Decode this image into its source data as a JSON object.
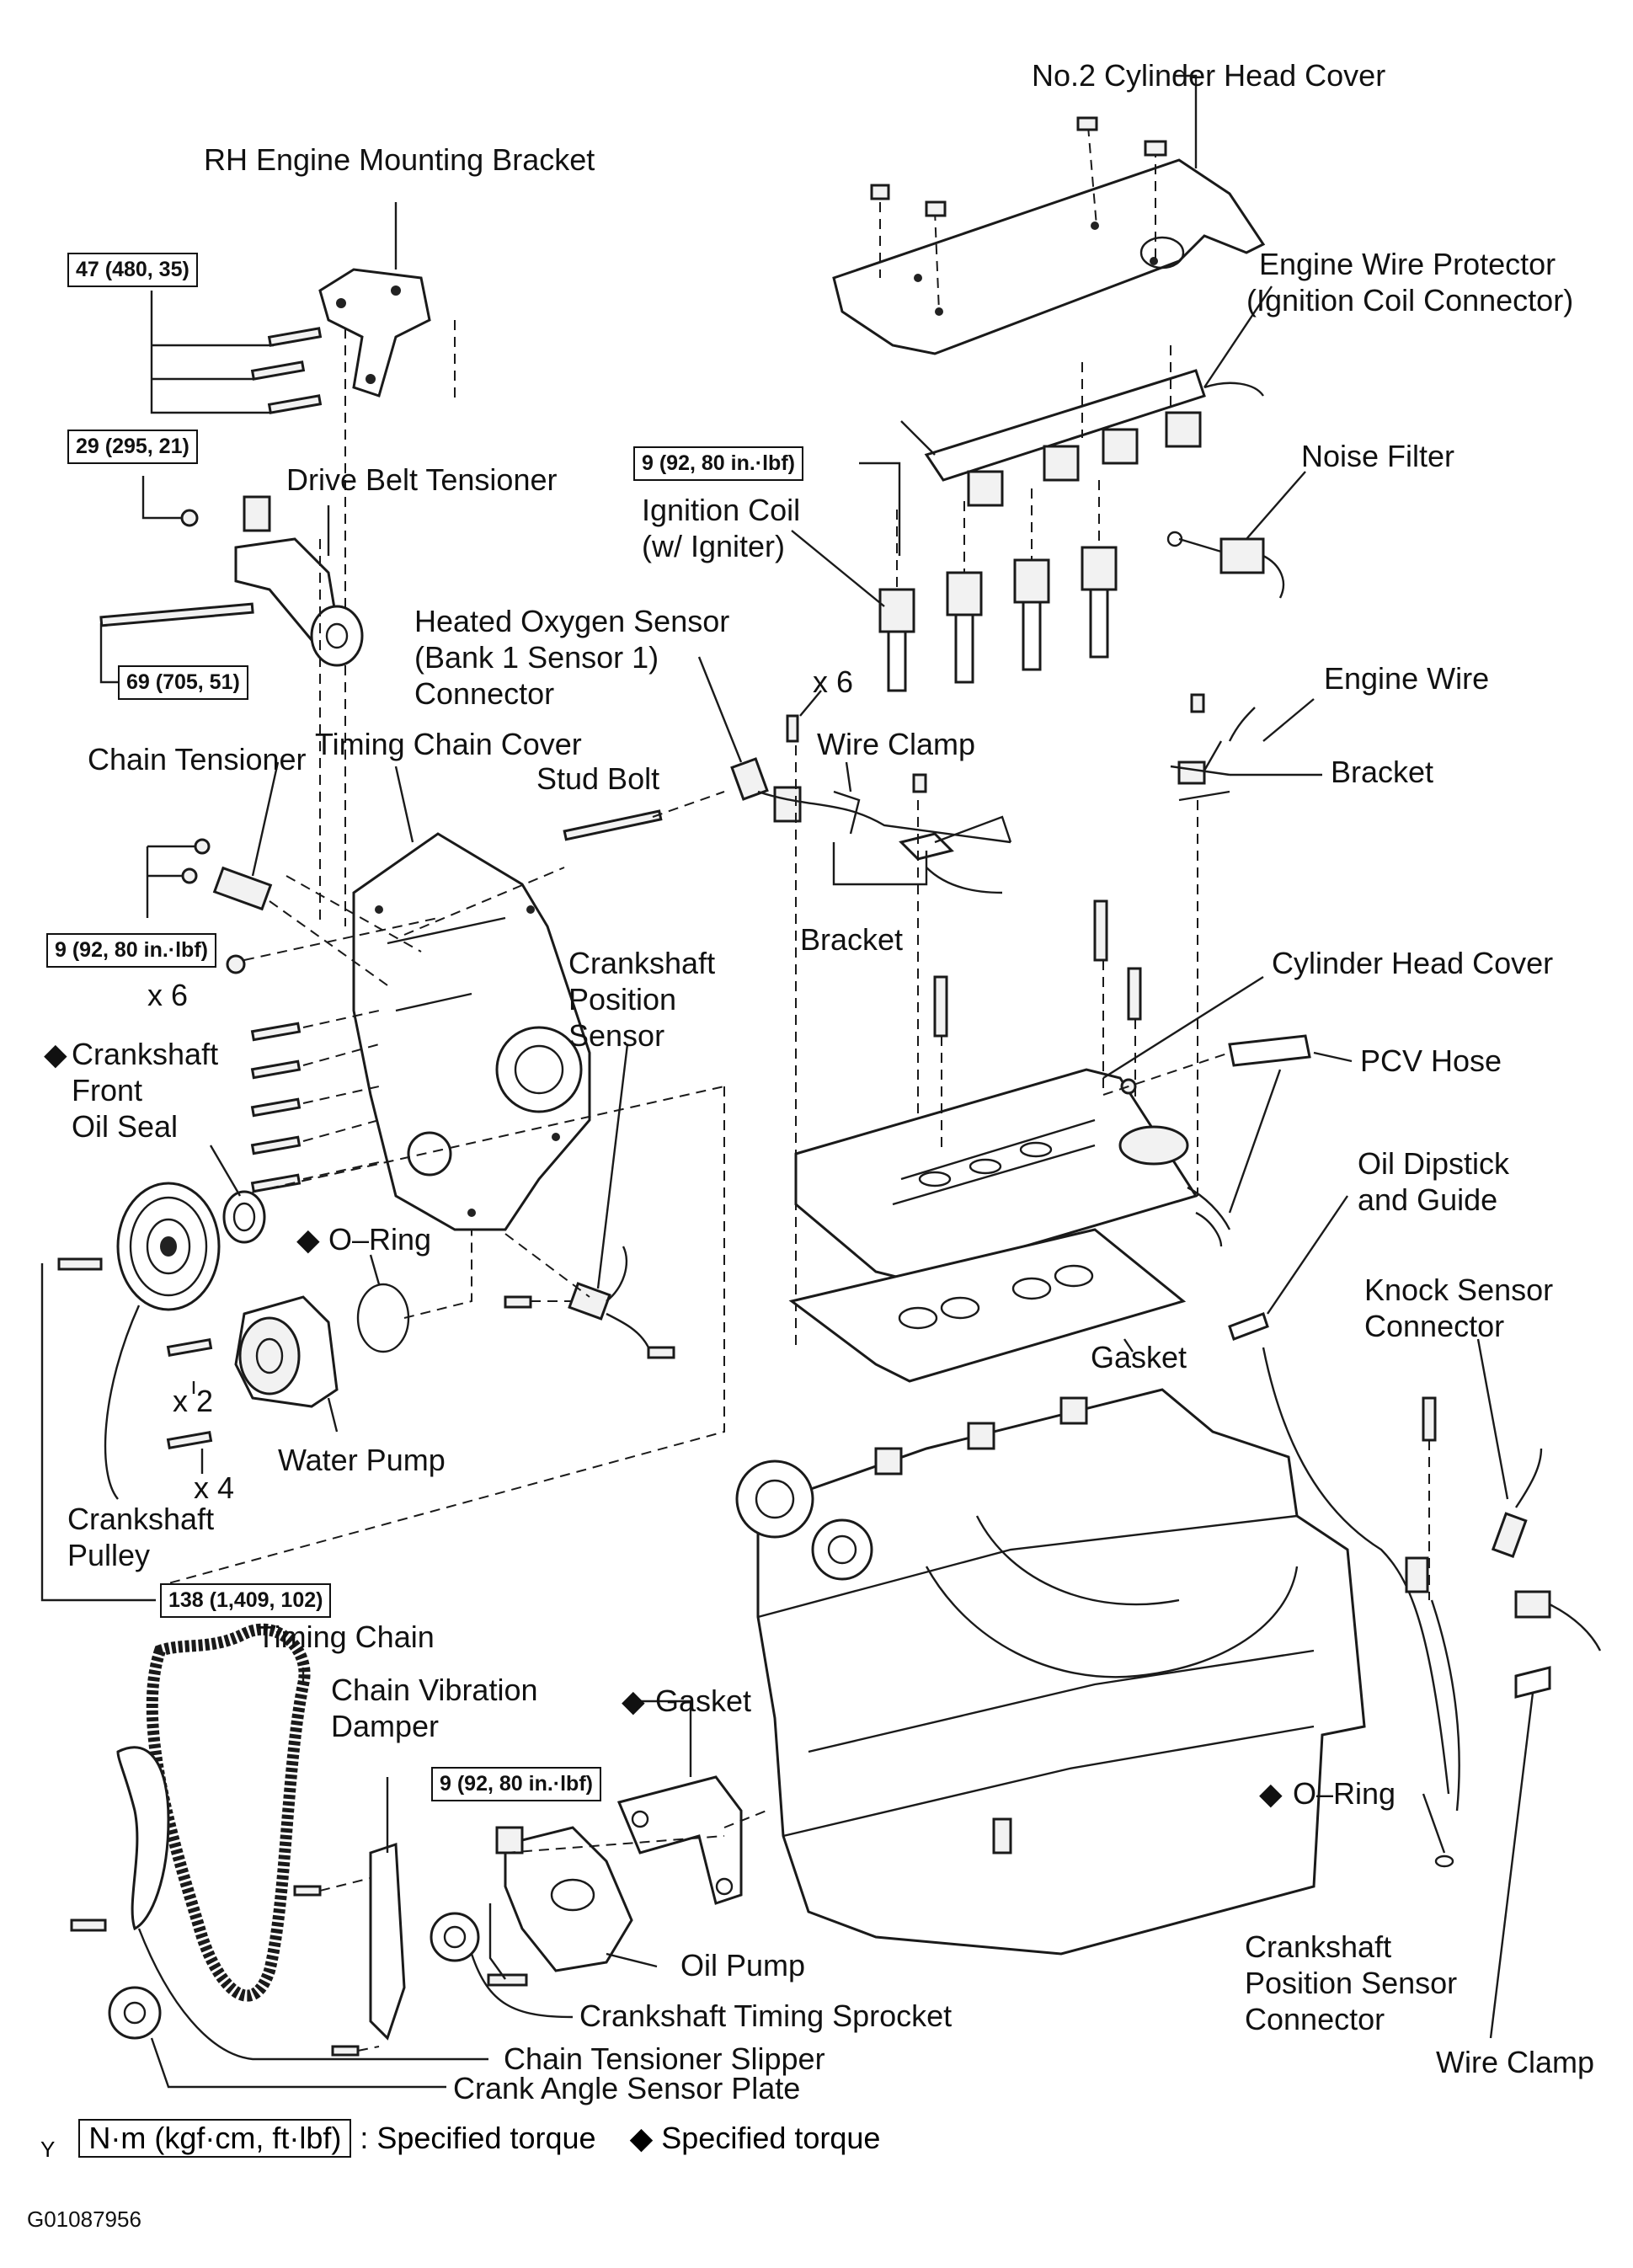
{
  "labels": {
    "no2_cylinder_head_cover": "No.2 Cylinder Head Cover",
    "rh_engine_mounting_bracket": "RH Engine Mounting Bracket",
    "engine_wire_protector_1": "Engine Wire Protector",
    "engine_wire_protector_2": "(Ignition Coil Connector)",
    "drive_belt_tensioner": "Drive Belt Tensioner",
    "noise_filter": "Noise Filter",
    "ignition_coil_1": "Ignition Coil",
    "ignition_coil_2": "(w/ Igniter)",
    "heated_o2_1": "Heated Oxygen Sensor",
    "heated_o2_2": "(Bank 1 Sensor 1)",
    "heated_o2_3": "Connector",
    "x6_a": "x 6",
    "engine_wire": "Engine Wire",
    "chain_tensioner": "Chain Tensioner",
    "timing_chain_cover": "Timing Chain Cover",
    "wire_clamp_top": "Wire Clamp",
    "bracket_right": "Bracket",
    "stud_bolt": "Stud Bolt",
    "bracket_mid": "Bracket",
    "crankshaft_position_sensor_1": "Crankshaft",
    "crankshaft_position_sensor_2": "Position",
    "crankshaft_position_sensor_3": "Sensor",
    "cylinder_head_cover": "Cylinder Head Cover",
    "x6_b": "x 6",
    "pcv_hose": "PCV Hose",
    "front_oil_seal_1": "Crankshaft",
    "front_oil_seal_2": "Front",
    "front_oil_seal_3": "Oil Seal",
    "oil_dipstick_1": "Oil Dipstick",
    "oil_dipstick_2": "and Guide",
    "o_ring_top": "O–Ring",
    "knock_sensor_1": "Knock Sensor",
    "knock_sensor_2": "Connector",
    "gasket_head": "Gasket",
    "x2": "x 2",
    "x4": "x 4",
    "water_pump": "Water Pump",
    "crankshaft_pulley_1": "Crankshaft",
    "crankshaft_pulley_2": "Pulley",
    "timing_chain": "Timing Chain",
    "chain_vibration_damper_1": "Chain Vibration",
    "chain_vibration_damper_2": "Damper",
    "gasket_oil_pump": "Gasket",
    "o_ring_bottom": "O–Ring",
    "oil_pump": "Oil Pump",
    "crankshaft_timing_sprocket": "Crankshaft Timing Sprocket",
    "crankshaft_pos_sensor_conn_1": "Crankshaft",
    "crankshaft_pos_sensor_conn_2": "Position Sensor",
    "crankshaft_pos_sensor_conn_3": "Connector",
    "chain_tensioner_slipper": "Chain Tensioner Slipper",
    "crank_angle_sensor_plate": "Crank Angle Sensor Plate",
    "wire_clamp_bottom": "Wire Clamp"
  },
  "torques": {
    "t_47": "47 (480, 35)",
    "t_29": "29 (295, 21)",
    "t_69": "69 (705, 51)",
    "t_9_ign": "9 (92, 80 in.·lbf)",
    "t_9_chain": "9 (92, 80 in.·lbf)",
    "t_138": "138 (1,409, 102)",
    "t_9_pump": "9 (92, 80 in.·lbf)"
  },
  "legend": {
    "y_mark": "Y",
    "box_text": "N·m (kgf·cm, ft·lbf)",
    "specified_1": ": Specified torque",
    "diamond": "◆",
    "specified_2": "Specified torque"
  },
  "figure_id": "G01087956"
}
